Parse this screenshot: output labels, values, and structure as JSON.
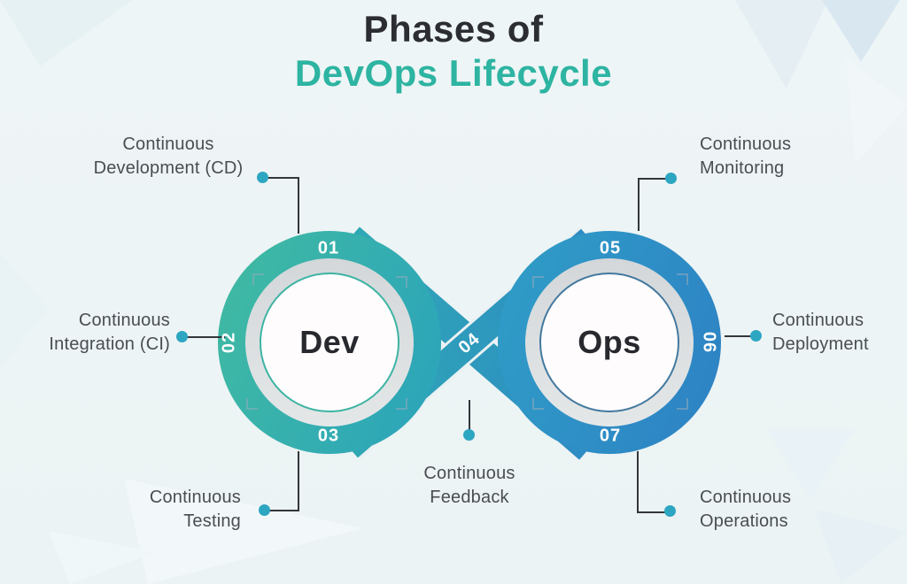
{
  "title": {
    "line1": "Phases of",
    "line2": "DevOps Lifecycle"
  },
  "loops": {
    "dev_label": "Dev",
    "ops_label": "Ops"
  },
  "phases": [
    {
      "num": "01",
      "line1": "Continuous",
      "line2": "Development (CD)"
    },
    {
      "num": "02",
      "line1": "Continuous",
      "line2": "Integration (CI)"
    },
    {
      "num": "03",
      "line1": "Continuous",
      "line2": "Testing"
    },
    {
      "num": "04",
      "line1": "Continuous",
      "line2": "Feedback"
    },
    {
      "num": "05",
      "line1": "Continuous",
      "line2": "Monitoring"
    },
    {
      "num": "06",
      "line1": "Continuous",
      "line2": "Deployment"
    },
    {
      "num": "07",
      "line1": "Continuous",
      "line2": "Operations"
    }
  ],
  "colors": {
    "title_dark": "#2b2d33",
    "title_teal": "#2db4a2",
    "loop_teal": "#3cb7a4",
    "loop_blue": "#2e84c4",
    "ring_grey": "#d9dde0",
    "label_text": "#4a4d53",
    "connector": "#33363b",
    "dot": "#2da6c2",
    "background": "#edf4f5"
  }
}
